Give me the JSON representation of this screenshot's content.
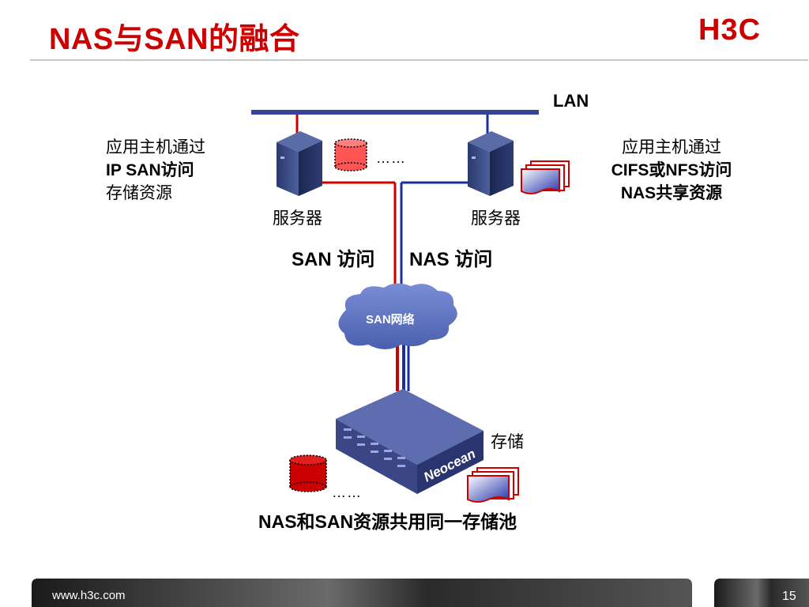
{
  "title": "NAS与SAN的融合",
  "logo_text": "H3C",
  "lan_label": "LAN",
  "left_desc": [
    "应用主机通过",
    "IP SAN访问",
    "存储资源"
  ],
  "right_desc": [
    "应用主机通过",
    "CIFS或NFS访问",
    "NAS共享资源"
  ],
  "server_left_label": "服务器",
  "server_right_label": "服务器",
  "ellipsis": "……",
  "san_access": "SAN 访问",
  "nas_access": "NAS 访问",
  "cloud_label": "SAN网络",
  "storage_label": "存储",
  "storage_brand": "Neocean",
  "shared_pool": "NAS和SAN资源共用同一存储池",
  "footer": {
    "url": "www.h3c.com",
    "page": "15"
  },
  "colors": {
    "title": "#cc0000",
    "san_line": "#cc0000",
    "nas_line": "#1a2fa0",
    "lan_bar": "#34449a",
    "cloud": "#5a6fbf"
  }
}
